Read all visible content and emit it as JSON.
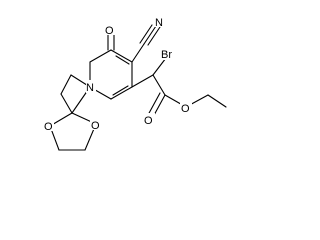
{
  "figure": {
    "kind": "chemical structure",
    "atoms": {
      "ring_oxygen_left": "O",
      "ring_oxygen_right": "O",
      "ring_nitrogen": "N",
      "ketone_oxygen": "O",
      "nitrile_nitrogen": "N",
      "bromine": "Br",
      "carbonyl_oxygen": "O",
      "ester_oxygen": "O"
    }
  }
}
